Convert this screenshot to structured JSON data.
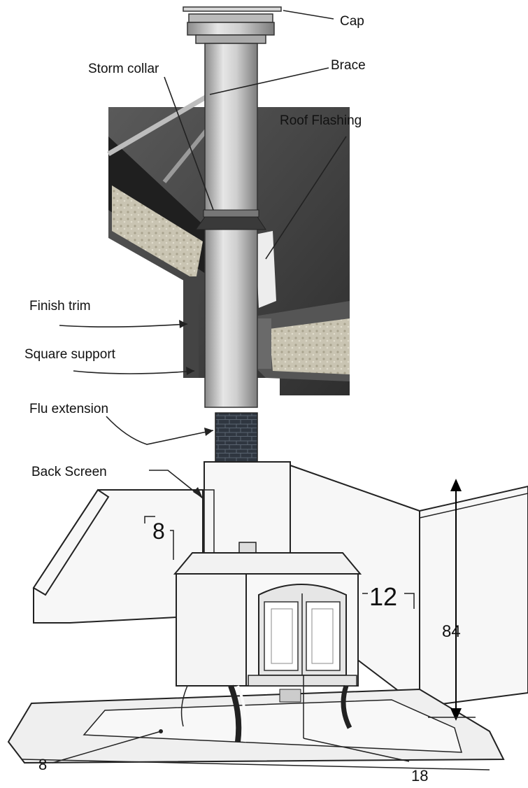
{
  "labels": {
    "cap": "Cap",
    "brace": "Brace",
    "storm_collar": "Storm collar",
    "roof_flashing": "Roof Flashing",
    "finish_trim": "Finish trim",
    "square_support": "Square support",
    "flu_extension": "Flu extension",
    "back_screen": "Back Screen"
  },
  "dimensions": {
    "back_clearance": "8",
    "side_clearance": "12",
    "wall_height": "84",
    "side_floor": "8",
    "front_floor": "18"
  },
  "colors": {
    "ceiling_dark": "#3c3c3c",
    "pipe_light": "#d2d2d2",
    "insulation": "#c9c4b2",
    "line": "#222222"
  }
}
